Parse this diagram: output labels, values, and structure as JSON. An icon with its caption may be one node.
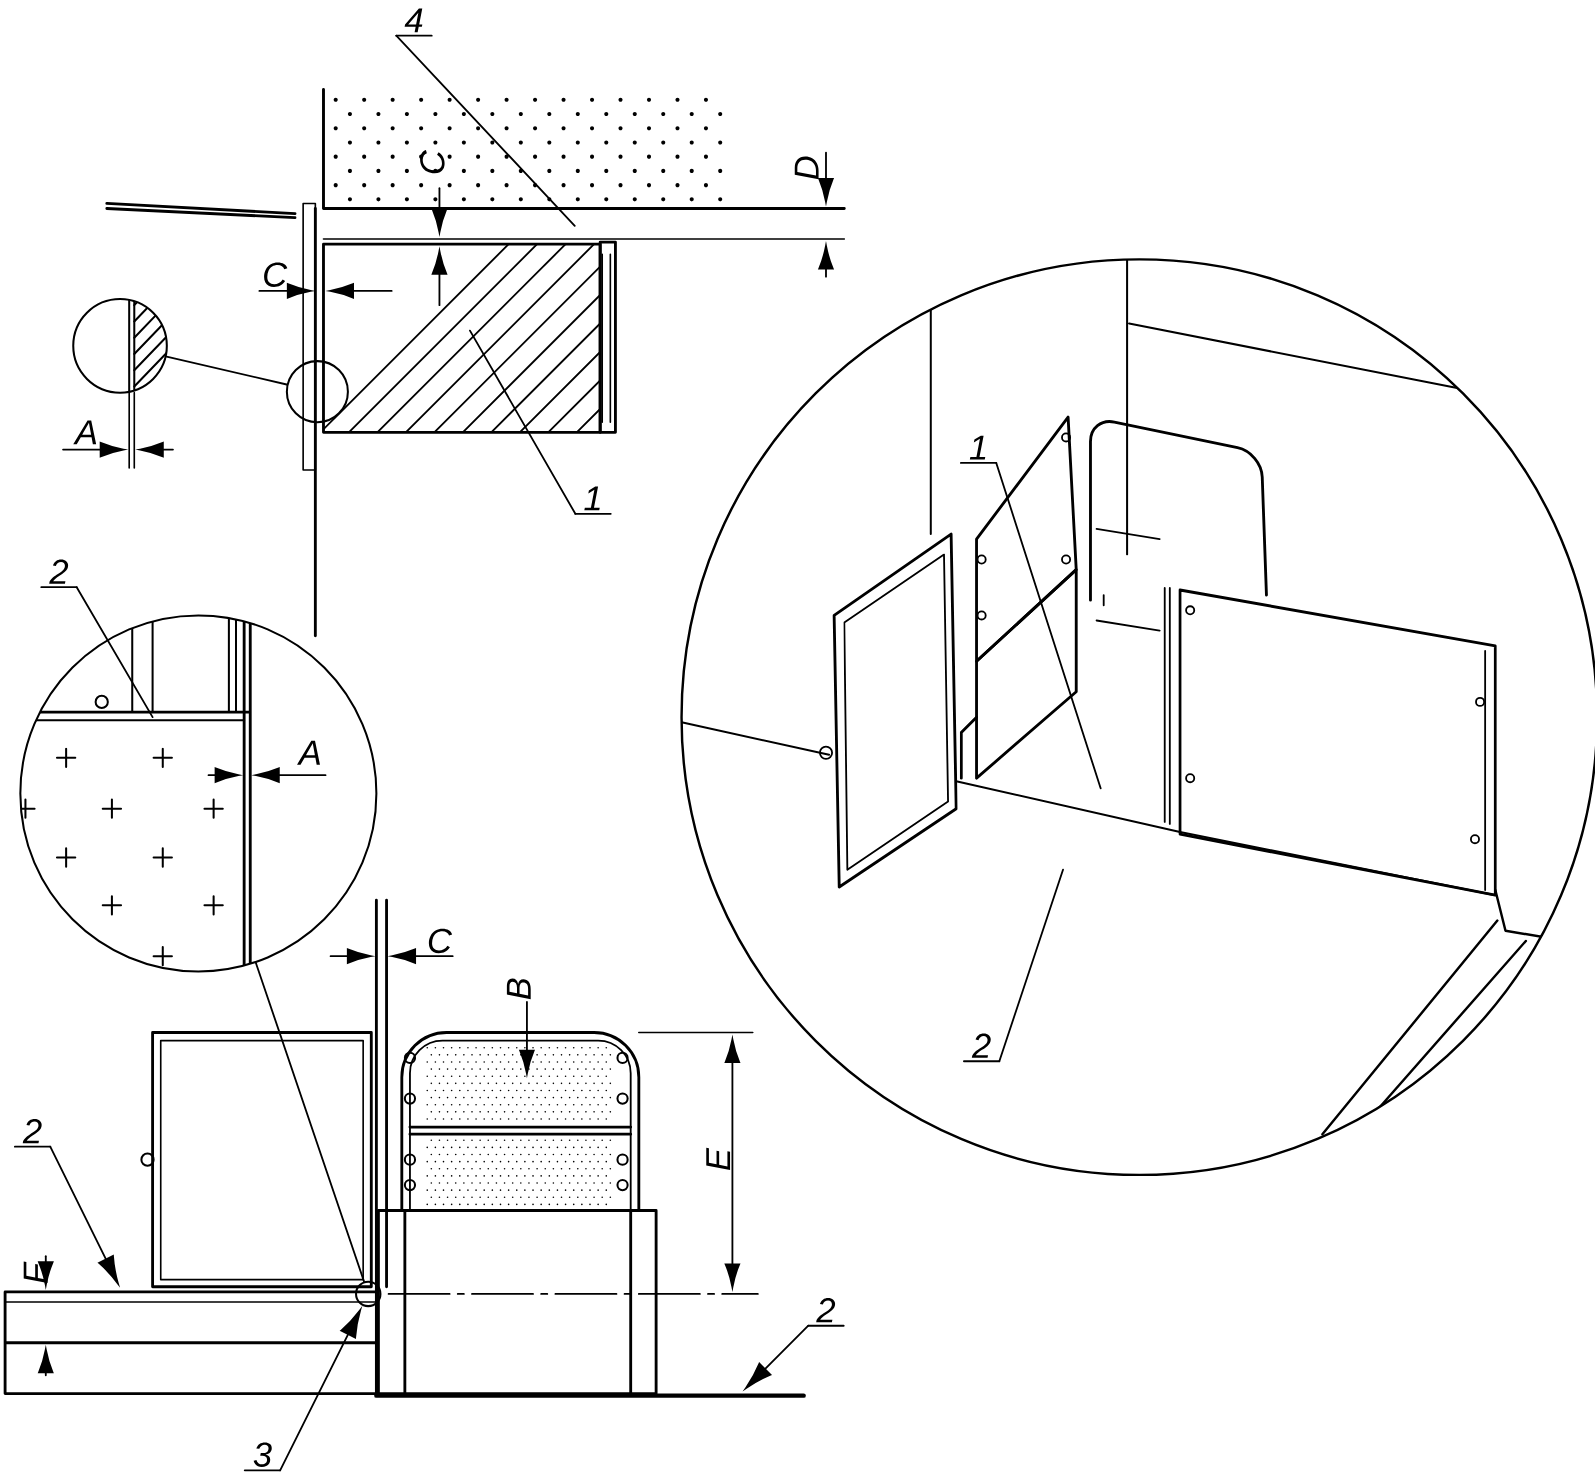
{
  "diagram": {
    "nodes": [
      {
        "text": [
          "4"
        ]
      },
      {
        "text": [
          "1"
        ]
      },
      {
        "text": [
          "2"
        ]
      },
      {
        "text": [
          "1"
        ]
      },
      {
        "text": [
          "2"
        ]
      },
      {
        "text": [
          "2"
        ]
      },
      {
        "text": [
          "2"
        ]
      },
      {
        "text": [
          "3"
        ]
      },
      {
        "text": [],
        "shape": "circle"
      },
      {
        "text": [],
        "shape": "circle"
      },
      {
        "text": [],
        "shape": "circle"
      },
      {
        "text": [],
        "shape": "circle"
      }
    ],
    "edges": [
      {
        "from": 0,
        "to": null,
        "arrow": "none"
      },
      {
        "from": 1,
        "to": null,
        "arrow": "none"
      },
      {
        "from": 2,
        "to": 11,
        "arrow": "none"
      },
      {
        "from": 3,
        "to": null,
        "arrow": "none"
      },
      {
        "from": 4,
        "to": null,
        "arrow": "none"
      },
      {
        "from": 5,
        "to": null,
        "arrow": "to"
      },
      {
        "from": 6,
        "to": null,
        "arrow": "to"
      },
      {
        "from": 7,
        "to": 10,
        "arrow": "to"
      },
      {
        "from": 8,
        "to": 9,
        "arrow": "none"
      },
      {
        "from": 10,
        "to": 11,
        "arrow": "none"
      }
    ],
    "labels": [
      "C",
      "D",
      "C",
      "A",
      "A",
      "C",
      "B",
      "E",
      "F"
    ]
  }
}
